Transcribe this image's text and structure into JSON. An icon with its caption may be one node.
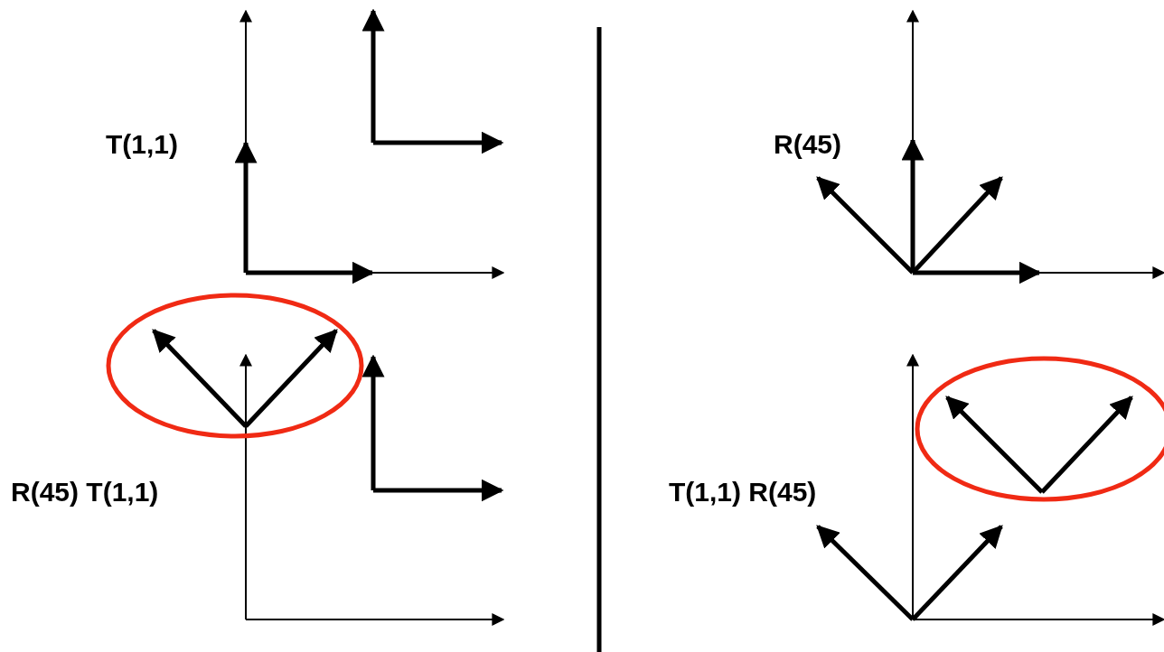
{
  "diagram": {
    "labels": [
      "T(1,1)",
      "R(45)",
      "R(45) T(1,1)",
      "T(1,1) R(45)"
    ]
  }
}
